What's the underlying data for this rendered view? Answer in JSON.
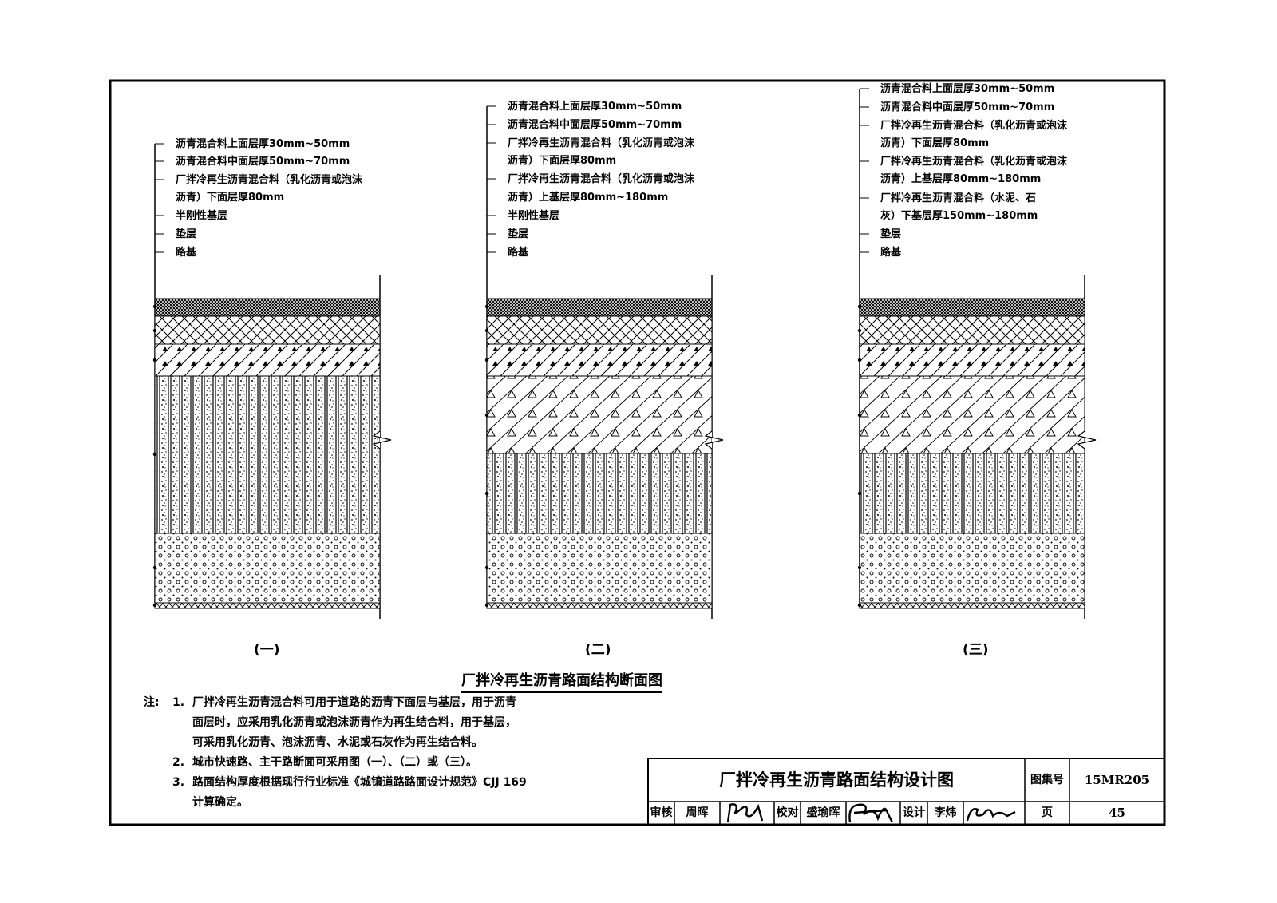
{
  "sections": [
    {
      "caption": "(一)",
      "labels": [
        "沥青混合料上面层厚30mm~50mm",
        "沥青混合料中面层厚50mm~70mm",
        "厂拌冷再生沥青混合料（乳化沥青或泡沫",
        "沥青）下面层厚80mm",
        "半刚性基层",
        "垫层",
        "路基"
      ],
      "layers": [
        "fine-asphalt",
        "cross-hatch",
        "triangle-hatch",
        "semi-rigid-stripes",
        "gravel-circles",
        "subgrade"
      ]
    },
    {
      "caption": "(二)",
      "labels": [
        "沥青混合料上面层厚30mm~50mm",
        "沥青混合料中面层厚50mm~70mm",
        "厂拌冷再生沥青混合料（乳化沥青或泡沫",
        "沥青）下面层厚80mm",
        "厂拌冷再生沥青混合料（乳化沥青或泡沫",
        "沥青）上基层厚80mm~180mm",
        "半刚性基层",
        "垫层",
        "路基"
      ],
      "layers": [
        "fine-asphalt",
        "cross-hatch",
        "triangle-hatch",
        "big-triangle",
        "semi-rigid-stripes",
        "gravel-circles",
        "subgrade"
      ]
    },
    {
      "caption": "(三)",
      "labels": [
        "沥青混合料上面层厚30mm~50mm",
        "沥青混合料中面层厚50mm~70mm",
        "厂拌冷再生沥青混合料（乳化沥青或泡沫",
        "沥青）下面层厚80mm",
        "厂拌冷再生沥青混合料（乳化沥青或泡沫",
        "沥青）上基层厚80mm~180mm",
        "厂拌冷再生沥青混合料（水泥、石",
        "灰）下基层厚150mm~180mm",
        "垫层",
        "路基"
      ],
      "layers": [
        "fine-asphalt",
        "cross-hatch",
        "triangle-hatch",
        "big-triangle",
        "semi-rigid-stripes",
        "gravel-circles",
        "subgrade"
      ]
    }
  ],
  "figure_title": "厂拌冷再生沥青路面结构断面图",
  "notes": {
    "prefix": "注:",
    "items": [
      {
        "num": "1.",
        "lines": [
          "厂拌冷再生沥青混合料可用于道路的沥青下面层与基层，用于沥青",
          "面层时，应采用乳化沥青或泡沫沥青作为再生结合料，用于基层，",
          "可采用乳化沥青、泡沫沥青、水泥或石灰作为再生结合料。"
        ]
      },
      {
        "num": "2.",
        "lines": [
          "城市快速路、主干路断面可采用图（一）、（二）或（三）。"
        ]
      },
      {
        "num": "3.",
        "lines": [
          "路面结构厚度根据现行行业标准《城镇道路路面设计规范》CJJ 169",
          "计算确定。"
        ]
      }
    ]
  },
  "title_block": {
    "drawing_title": "厂拌冷再生沥青路面结构设计图",
    "atlas_label": "图集号",
    "atlas_no": "15MR205",
    "review_label": "审核",
    "reviewer": "周晖",
    "check_label": "校对",
    "checker": "盛瑜晖",
    "design_label": "设计",
    "designer": "李炜",
    "page_label": "页",
    "page_no": "45"
  }
}
